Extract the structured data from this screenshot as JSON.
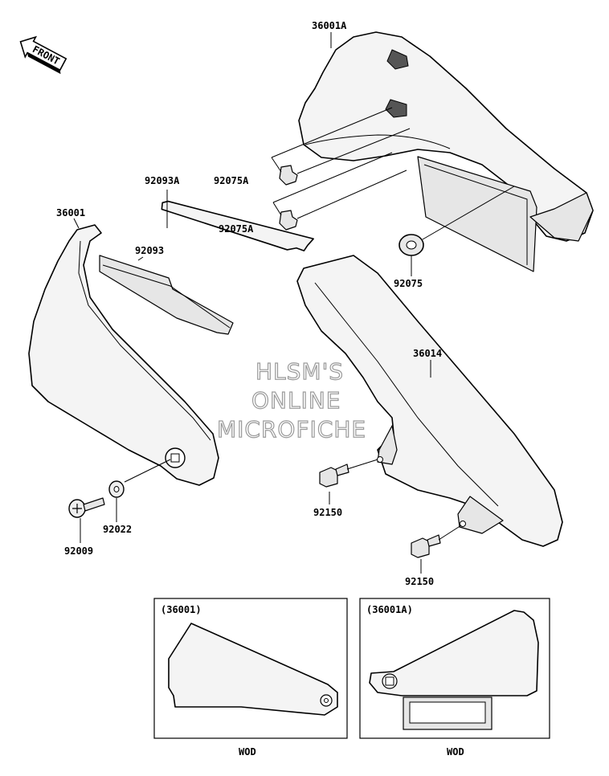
{
  "front_marker": "FRONT",
  "parts": {
    "p_36001A": "36001A",
    "p_92075A_top": "92075A",
    "p_92075A_bottom": "92075A",
    "p_92075": "92075",
    "p_92093A": "92093A",
    "p_92093": "92093",
    "p_36001": "36001",
    "p_36014": "36014",
    "p_92150_upper": "92150",
    "p_92150_lower": "92150",
    "p_92022": "92022",
    "p_92009": "92009"
  },
  "watermark": {
    "line1": "HLSM'S",
    "line2": "ONLINE",
    "line3": "MICROFICHE"
  },
  "insets": {
    "left_title": "(36001)",
    "right_title": "(36001A)",
    "left_caption": "WOD",
    "right_caption": "WOD"
  }
}
